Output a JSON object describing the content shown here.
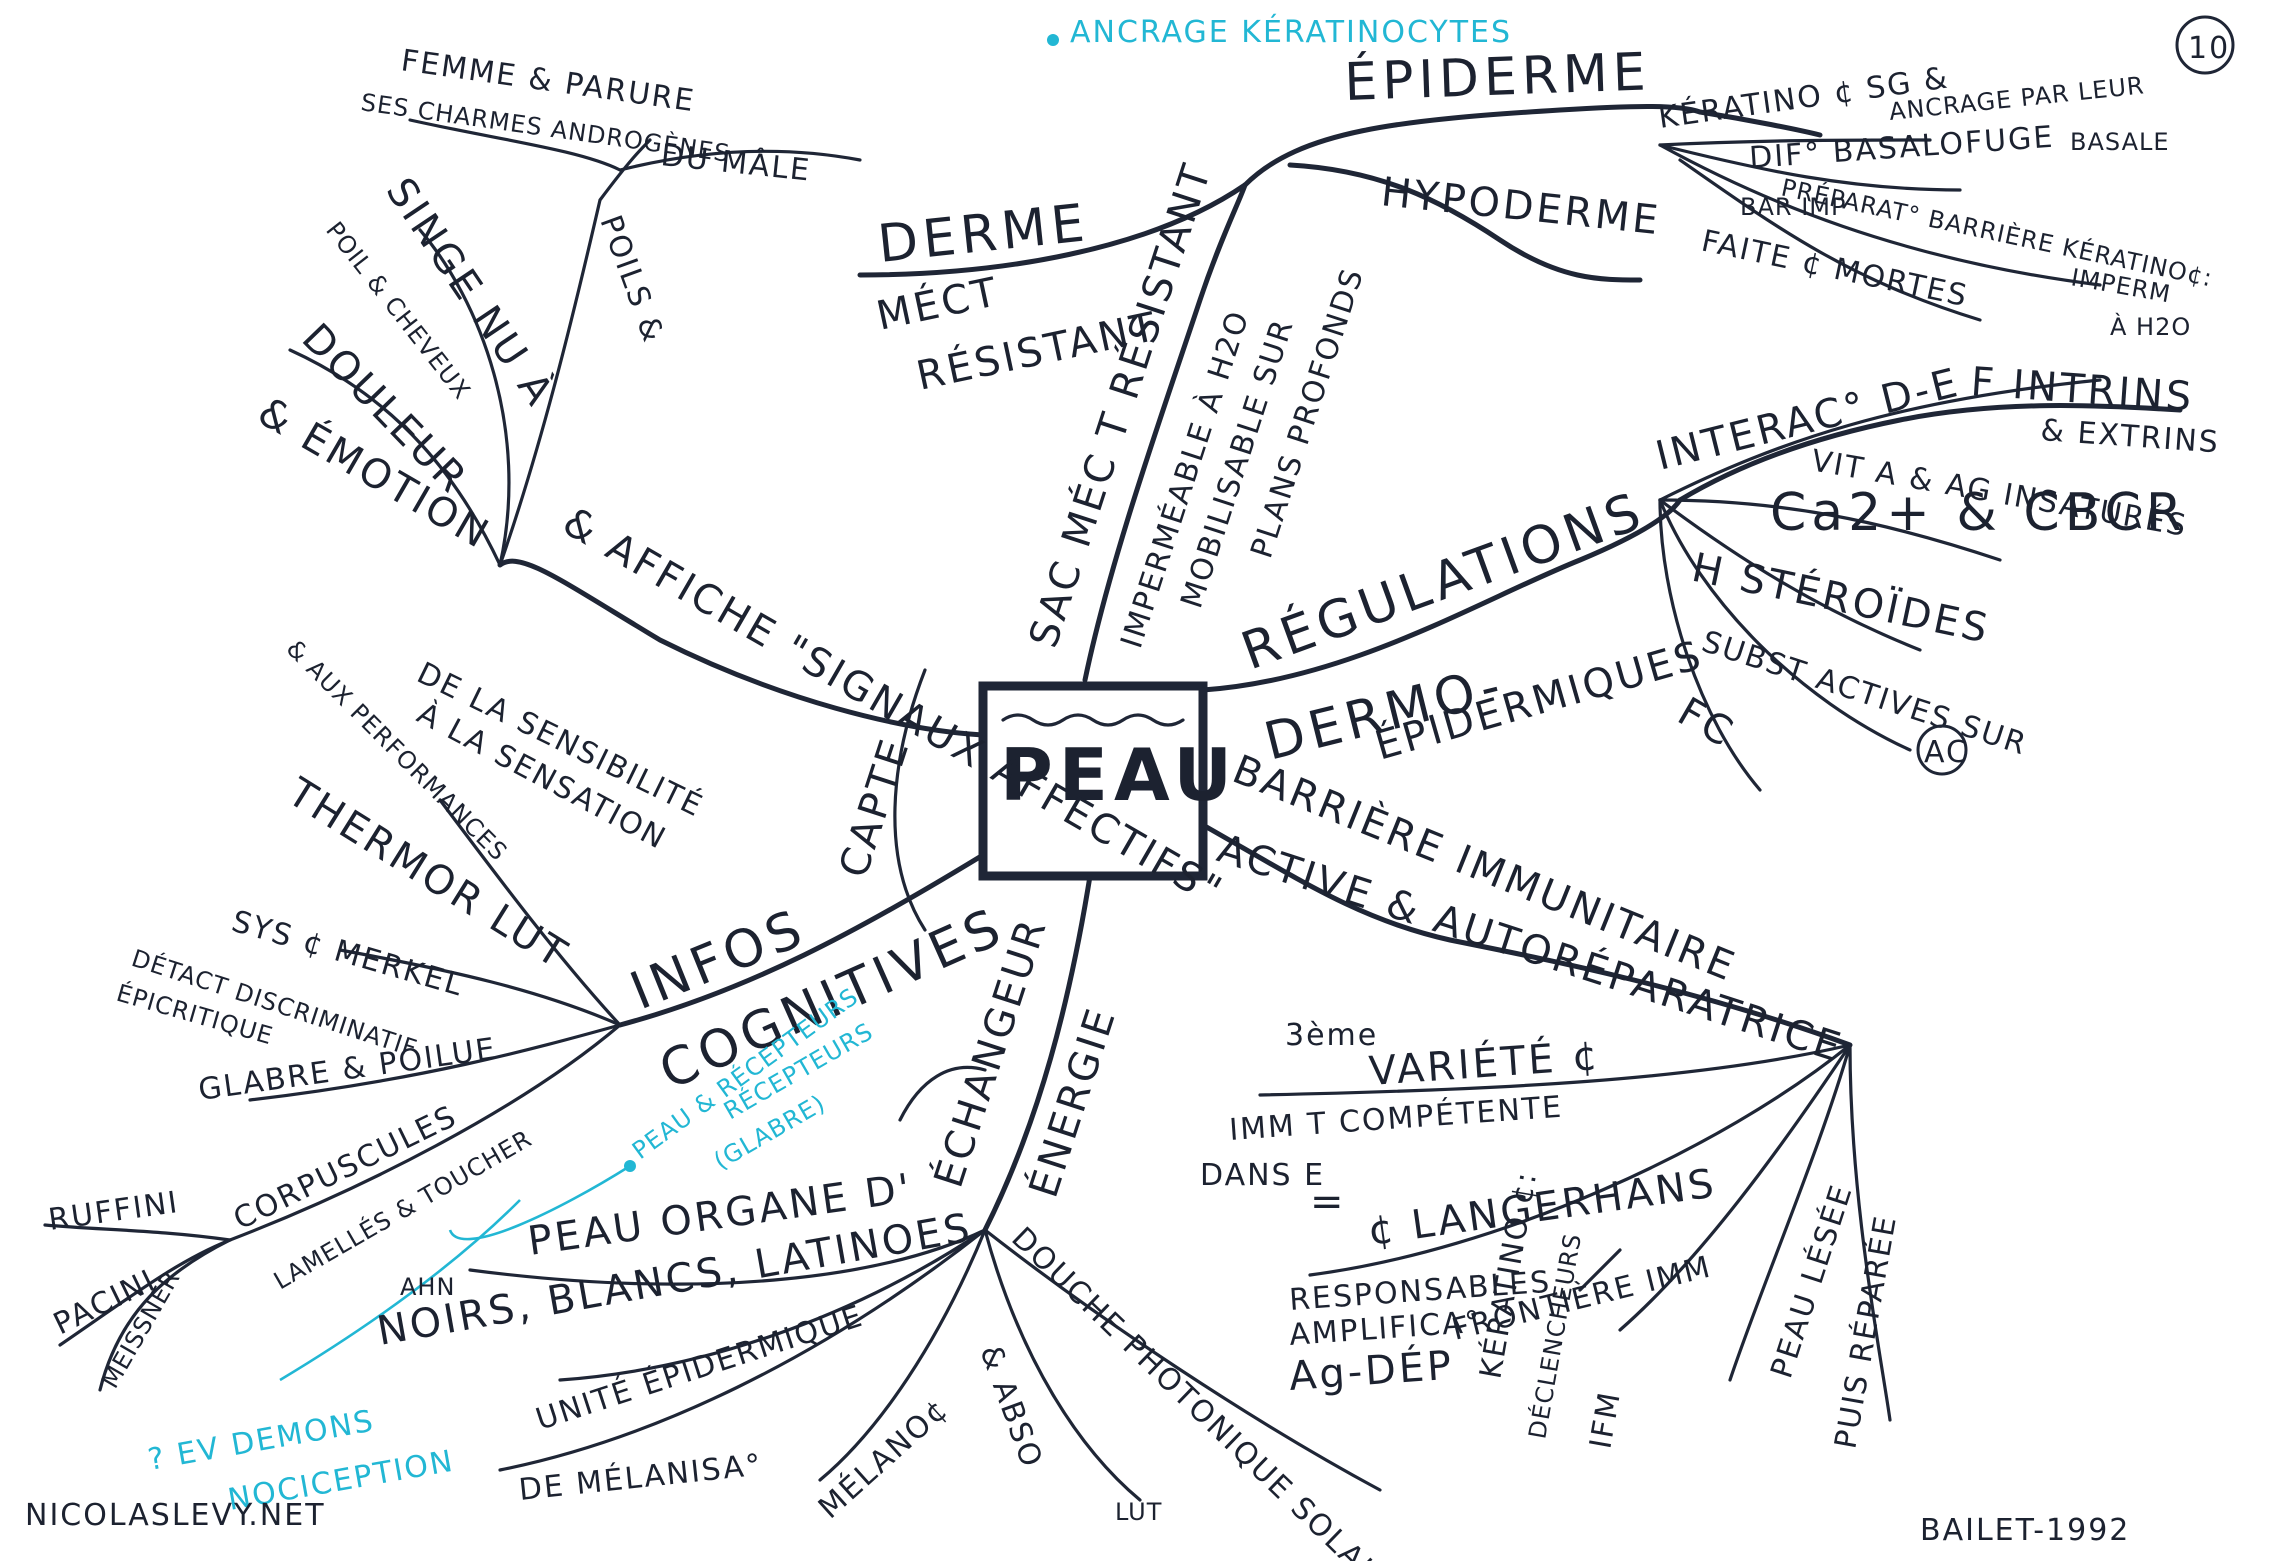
{
  "page_number": "10",
  "center": {
    "label": "PEAU"
  },
  "branches": {
    "epiderme": {
      "label": "ÉPIDERME",
      "annotation": "ANCRAGE KÉRATINOCYTES",
      "items": [
        "KÉRATINO ¢ SG &",
        "ANCRAGE PAR LEUR",
        "BASALE",
        "DIF° BASALOFUGE",
        "PRÉPARAT° BARRIÈRE KÉRATINO¢:",
        "BAR IMP",
        "IMPERM",
        "À H2O",
        "FAITE ¢ MORTES"
      ]
    },
    "derme": {
      "label": "DERME",
      "items": [
        "MÉCT",
        "RÉSISTANT"
      ]
    },
    "hypoderme": {
      "label": "HYPODERME"
    },
    "trunk": [
      "SAC MÉC T RÉSISTANT",
      "IMPERMÉABLE À H2O",
      "MOBILISABLE SUR",
      "PLANS PROFONDS"
    ],
    "regulations": {
      "label": "RÉGULATIONS",
      "sub": [
        "DERMO-",
        "ÉPIDERMIQUES"
      ],
      "interac": "INTERAC° D-E",
      "items": [
        "F INTRINS",
        "& EXTRINS",
        "VIT A & AG INSATURÉS",
        "Ca2+ & CBCR",
        "H STÉROÏDES",
        "SUBST ACTIVES SUR",
        "AC",
        "FC"
      ]
    },
    "barriere": {
      "label": "BARRIÈRE IMMUNITAIRE",
      "sub": "ACTIVE & AUTORÉPARATRICE",
      "items": [
        "3ème",
        "VARIÉTÉ ¢",
        "IMM T COMPÉTENTE",
        "DANS E",
        "=",
        "¢ LANGERHANS",
        "RESPONSABLES",
        "AMPLIFICA°",
        "Ag-DÉP",
        "FRONTIÈRE IMM",
        "KÉRATINO ¢:",
        "DÉCLENCHEURS",
        "IFM",
        "PEAU LÉSÉE",
        "PUIS RÉPARÉE"
      ]
    },
    "echangeur": {
      "label": "ÉCHANGEUR",
      "sub": "ÉNERGIE",
      "items": [
        "PEAU ORGANE D'",
        "NOIRS, BLANCS, LATINOES",
        "UNITÉ ÉPIDERMIQUE",
        "DE MÉLANISA°",
        "MÉLANO¢",
        "& ABSO",
        "LUT",
        "DOUCHE PHOTONIQUE SOLAIRE"
      ]
    },
    "infos": {
      "label": "INFOS",
      "sub": "COGNITIVES",
      "capte": "CAPTE",
      "items": [
        "DE LA SENSIBILITÉ",
        "À LA SENSATION",
        "& AUX PERFORMANCES",
        "THERMOR LUT",
        "SYS ¢ MERKEL",
        "DÉTACT DISCRIMINATIF",
        "ÉPICRITIQUE",
        "GLABRE & POILUE",
        "CORPUSCULES",
        "LAMELLÉS & TOUCHER",
        "AHN",
        "RUFFINI",
        "PACINI",
        "MEISSNER"
      ],
      "annotation": [
        "PEAU & RÉCEPTEURS",
        "RÉCEPTEURS",
        "(GLABRE)"
      ],
      "note": [
        "? EV DEMONS",
        "NOCICEPTION"
      ]
    },
    "signaux": {
      "label": "& AFFICHE \"SIGNAUX AFFECTIFS\"",
      "items": [
        "FEMME & PARURE",
        "DU MÂLE",
        "SES CHARMES ANDROGÈNES",
        "POILS &",
        "SINGE NU À",
        "POIL & CHEVEUX",
        "DOULEUR",
        "& ÉMOTION"
      ]
    }
  },
  "footer": {
    "left": "NICOLASLEVY.NET",
    "right": "BAILET-1992"
  }
}
